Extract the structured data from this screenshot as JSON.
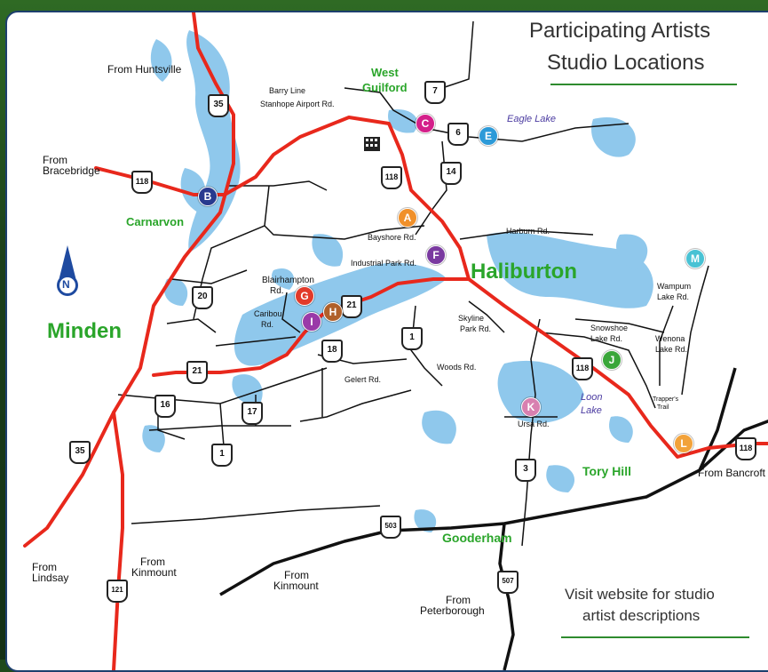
{
  "title": {
    "line1": "Participating Artists",
    "line2": "Studio Locations"
  },
  "footer": {
    "line1": "Visit website for studio",
    "line2": "artist descriptions"
  },
  "towns": {
    "minden": "Minden",
    "haliburton": "Haliburton",
    "carnarvon": "Carnarvon",
    "west_guilford_1": "West",
    "west_guilford_2": "Guilford",
    "tory_hill": "Tory Hill",
    "gooderham": "Gooderham"
  },
  "from_labels": {
    "huntsville": "From Huntsville",
    "bracebridge_1": "From",
    "bracebridge_2": "Bracebridge",
    "lindsay_1": "From",
    "lindsay_2": "Lindsay",
    "kinmount_a_1": "From",
    "kinmount_a_2": "Kinmount",
    "kinmount_b_1": "From",
    "kinmount_b_2": "Kinmount",
    "peterborough_1": "From",
    "peterborough_2": "Peterborough",
    "bancroft": "From Bancroft"
  },
  "roads": {
    "barry_line": "Barry Line",
    "stanhope": "Stanhope Airport Rd.",
    "bayshore": "Bayshore Rd.",
    "industrial": "Industrial Park Rd.",
    "harburn": "Harburn Rd.",
    "blairhampton_1": "Blairhampton",
    "blairhampton_2": "Rd.",
    "caribou_1": "Caribou",
    "caribou_2": "Rd.",
    "skyline_1": "Skyline",
    "skyline_2": "Park Rd.",
    "woods": "Woods Rd.",
    "gelert": "Gelert Rd.",
    "ursa": "Ursa Rd.",
    "snowshoe_1": "Snowshoe",
    "snowshoe_2": "Lake Rd.",
    "wampum_1": "Wampum",
    "wampum_2": "Lake Rd.",
    "wenona_1": "Wenona",
    "wenona_2": "Lake Rd.",
    "trappers_1": "Trapper's",
    "trappers_2": "Trail"
  },
  "lakes": {
    "eagle": "Eagle Lake",
    "loon_1": "Loon",
    "loon_2": "Lake"
  },
  "shields": {
    "s35a": "35",
    "s35b": "35",
    "s118a": "118",
    "s118b": "118",
    "s118c": "118",
    "s118d": "118",
    "s7": "7",
    "s6": "6",
    "s14": "14",
    "s20": "20",
    "s21a": "21",
    "s21b": "21",
    "s18": "18",
    "s16": "16",
    "s17": "17",
    "s1a": "1",
    "s1b": "1",
    "s3": "3",
    "s503": "503",
    "s507": "507",
    "s121": "121"
  },
  "markers": [
    {
      "id": "A",
      "color": "#f0902a"
    },
    {
      "id": "B",
      "color": "#283a8f"
    },
    {
      "id": "C",
      "color": "#d4208a"
    },
    {
      "id": "E",
      "color": "#2d9ad8"
    },
    {
      "id": "F",
      "color": "#7a3aa0"
    },
    {
      "id": "G",
      "color": "#e23a2a"
    },
    {
      "id": "H",
      "color": "#b0602a"
    },
    {
      "id": "I",
      "color": "#9a3aa8"
    },
    {
      "id": "J",
      "color": "#3aa63a"
    },
    {
      "id": "K",
      "color": "#d880b0"
    },
    {
      "id": "L",
      "color": "#f2a23a"
    },
    {
      "id": "M",
      "color": "#49c2d4"
    }
  ],
  "compass": {
    "letter": "N"
  },
  "colors": {
    "highway": "#e8281c",
    "secondary": "#111111",
    "water": "#8fc8ec",
    "town": "#2aa52a"
  }
}
